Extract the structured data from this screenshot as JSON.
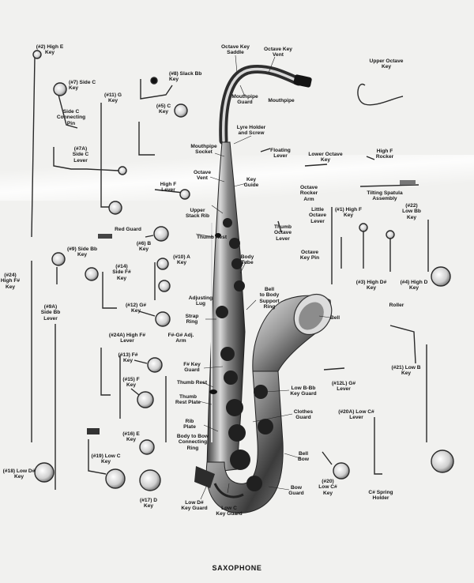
{
  "caption": "SAXOPHONE",
  "colors": {
    "ink": "#161616",
    "paper": "#f1f1ef",
    "metal_dark": "#2a2a2a",
    "metal_light": "#c9c9c9"
  },
  "labels": [
    {
      "id": "high-e-key",
      "text": "(#2) High E\nKey"
    },
    {
      "id": "side-c-key",
      "text": "(#7) Side C\nKey"
    },
    {
      "id": "side-c-pin",
      "text": "Side C\nConnecting\nPin"
    },
    {
      "id": "g-key",
      "text": "(#11) G\nKey"
    },
    {
      "id": "slack-bb-key",
      "text": "(#8) Slack Bb\nKey"
    },
    {
      "id": "c-key",
      "text": "(#5) C\nKey"
    },
    {
      "id": "octave-key-saddle",
      "text": "Octave Key\nSaddle"
    },
    {
      "id": "octave-key-vent-top",
      "text": "Octave Key\nVent"
    },
    {
      "id": "mouthpipe-guard",
      "text": "Mouthpipe\nGuard"
    },
    {
      "id": "mouthpipe",
      "text": "Mouthpipe"
    },
    {
      "id": "upper-octave-key",
      "text": "Upper Octave\nKey"
    },
    {
      "id": "side-c-lever",
      "text": "(#7A)\nSide C\nLever"
    },
    {
      "id": "lyre-holder",
      "text": "Lyre Holder\nand Screw"
    },
    {
      "id": "mouthpipe-socket",
      "text": "Mouthpipe\nSocket"
    },
    {
      "id": "floating-lever",
      "text": "Floating\nLever"
    },
    {
      "id": "lower-octave-key",
      "text": "Lower Octave\nKey"
    },
    {
      "id": "high-f-rocker",
      "text": "High F\nRocker"
    },
    {
      "id": "octave-vent",
      "text": "Octave\nVent"
    },
    {
      "id": "key-guide",
      "text": "Key\nGuide"
    },
    {
      "id": "high-f-lever",
      "text": "High F\nLever"
    },
    {
      "id": "octave-rocker-arm",
      "text": "Octave\nRocker\nArm"
    },
    {
      "id": "tilting-spatula",
      "text": "Tilting Spatula\nAssembly"
    },
    {
      "id": "upper-stack-rib",
      "text": "Upper\nStack Rib"
    },
    {
      "id": "low-bb-key",
      "text": "(#22)\nLow Bb\nKey"
    },
    {
      "id": "high-f-key",
      "text": "(#1) High F\nKey"
    },
    {
      "id": "little-octave-lever",
      "text": "Little\nOctave\nLever"
    },
    {
      "id": "red-guard",
      "text": "Red Guard"
    },
    {
      "id": "thumb-octave-lever",
      "text": "Thumb\nOctave\nLever"
    },
    {
      "id": "thumb-rest-upper",
      "text": "Thumb Rest"
    },
    {
      "id": "b-key",
      "text": "(#6) B\nKey"
    },
    {
      "id": "side-bb-key",
      "text": "(#9) Side Bb\nKey"
    },
    {
      "id": "octave-key-pin",
      "text": "Octave\nKey Pin"
    },
    {
      "id": "a-key",
      "text": "(#10) A\nKey"
    },
    {
      "id": "body-tube",
      "text": "Body\nTube"
    },
    {
      "id": "high-f-sharp-key",
      "text": "(#24)\nHigh F#\nKey"
    },
    {
      "id": "side-f-sharp-key",
      "text": "(#14)\nSide F#\nKey"
    },
    {
      "id": "high-d-sharp-key",
      "text": "(#3) High D#\nKey"
    },
    {
      "id": "high-d-key",
      "text": "(#4) High D\nKey"
    },
    {
      "id": "bell-to-body-ring",
      "text": "Bell\nto Body\nSupport\nRing"
    },
    {
      "id": "adjusting-lug",
      "text": "Adjusting\nLug"
    },
    {
      "id": "side-bb-lever",
      "text": "(#9A)\nSide Bb\nLever"
    },
    {
      "id": "g-sharp-key",
      "text": "(#12) G#\nKey"
    },
    {
      "id": "strap-ring",
      "text": "Strap\nRing"
    },
    {
      "id": "bell",
      "text": "Bell"
    },
    {
      "id": "roller",
      "text": "Roller"
    },
    {
      "id": "high-f-sharp-lever",
      "text": "(#24A) High F#\nLever"
    },
    {
      "id": "f-sharp-g-sharp-arm",
      "text": "F#-G# Adj.\nArm"
    },
    {
      "id": "f-sharp-key",
      "text": "(#13) F#\nKey"
    },
    {
      "id": "f-sharp-key-guard",
      "text": "F# Key\nGuard"
    },
    {
      "id": "low-b-key",
      "text": "(#21) Low B\nKey"
    },
    {
      "id": "f-key",
      "text": "(#15) F\nKey"
    },
    {
      "id": "thumb-rest-lower",
      "text": "Thumb Rest"
    },
    {
      "id": "g-sharp-lever",
      "text": "(#12L) G#\nLever"
    },
    {
      "id": "low-b-bb-key-guard",
      "text": "Low B-Bb\nKey Guard"
    },
    {
      "id": "thumb-rest-plate",
      "text": "Thumb\nRest Plate"
    },
    {
      "id": "clothes-guard",
      "text": "Clothes\nGuard"
    },
    {
      "id": "low-c-sharp-lever",
      "text": "(#20A) Low C#\nLever"
    },
    {
      "id": "rib-plate",
      "text": "Rib\nPlate"
    },
    {
      "id": "e-key",
      "text": "(#16) E\nKey"
    },
    {
      "id": "body-to-bow-ring",
      "text": "Body to Bow\nConnecting\nRing"
    },
    {
      "id": "low-c-key",
      "text": "(#19) Low C\nKey"
    },
    {
      "id": "bell-bow",
      "text": "Bell\nBow"
    },
    {
      "id": "low-d-sharp-key",
      "text": "(#18) Low D#\nKey"
    },
    {
      "id": "low-c-sharp-key",
      "text": "(#20)\nLow C#\nKey"
    },
    {
      "id": "bow-guard",
      "text": "Bow\nGuard"
    },
    {
      "id": "c-sharp-spring-holder",
      "text": "C# Spring\nHolder"
    },
    {
      "id": "d-key",
      "text": "(#17) D\nKey"
    },
    {
      "id": "low-d-sharp-key-guard",
      "text": "Low D#\nKey Guard"
    },
    {
      "id": "low-c-key-guard",
      "text": "Low C\nKey Guard"
    }
  ]
}
